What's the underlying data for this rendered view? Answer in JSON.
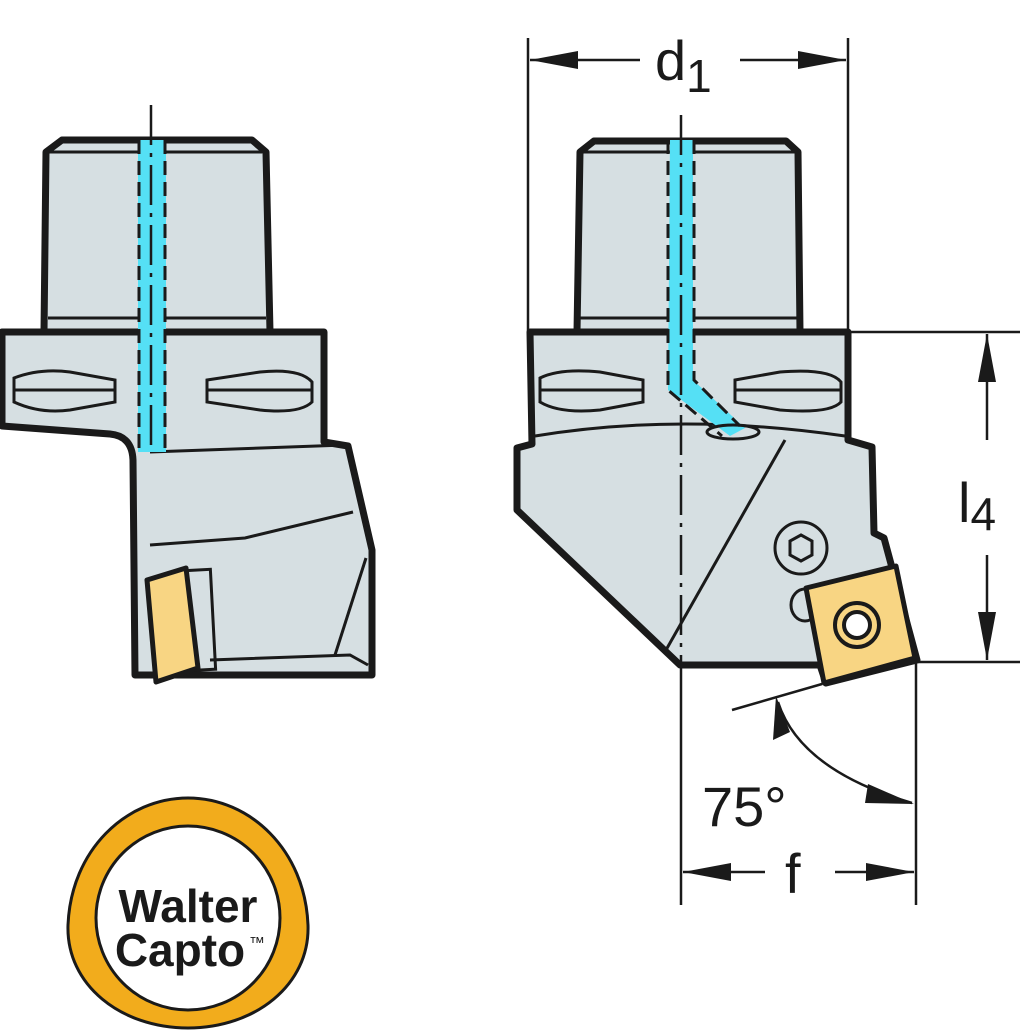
{
  "dimensions": {
    "d1": {
      "main": "d",
      "sub": "1"
    },
    "l4": {
      "main": "l",
      "sub": "4"
    },
    "angle": "75°",
    "f": "f"
  },
  "logo": {
    "line1": "Walter",
    "line2": "Capto",
    "trademark": "™"
  },
  "colors": {
    "body": "#d6dfe2",
    "coolant": "#55e0f5",
    "insert": "#f8d583",
    "logo": "#f2ac1c"
  }
}
